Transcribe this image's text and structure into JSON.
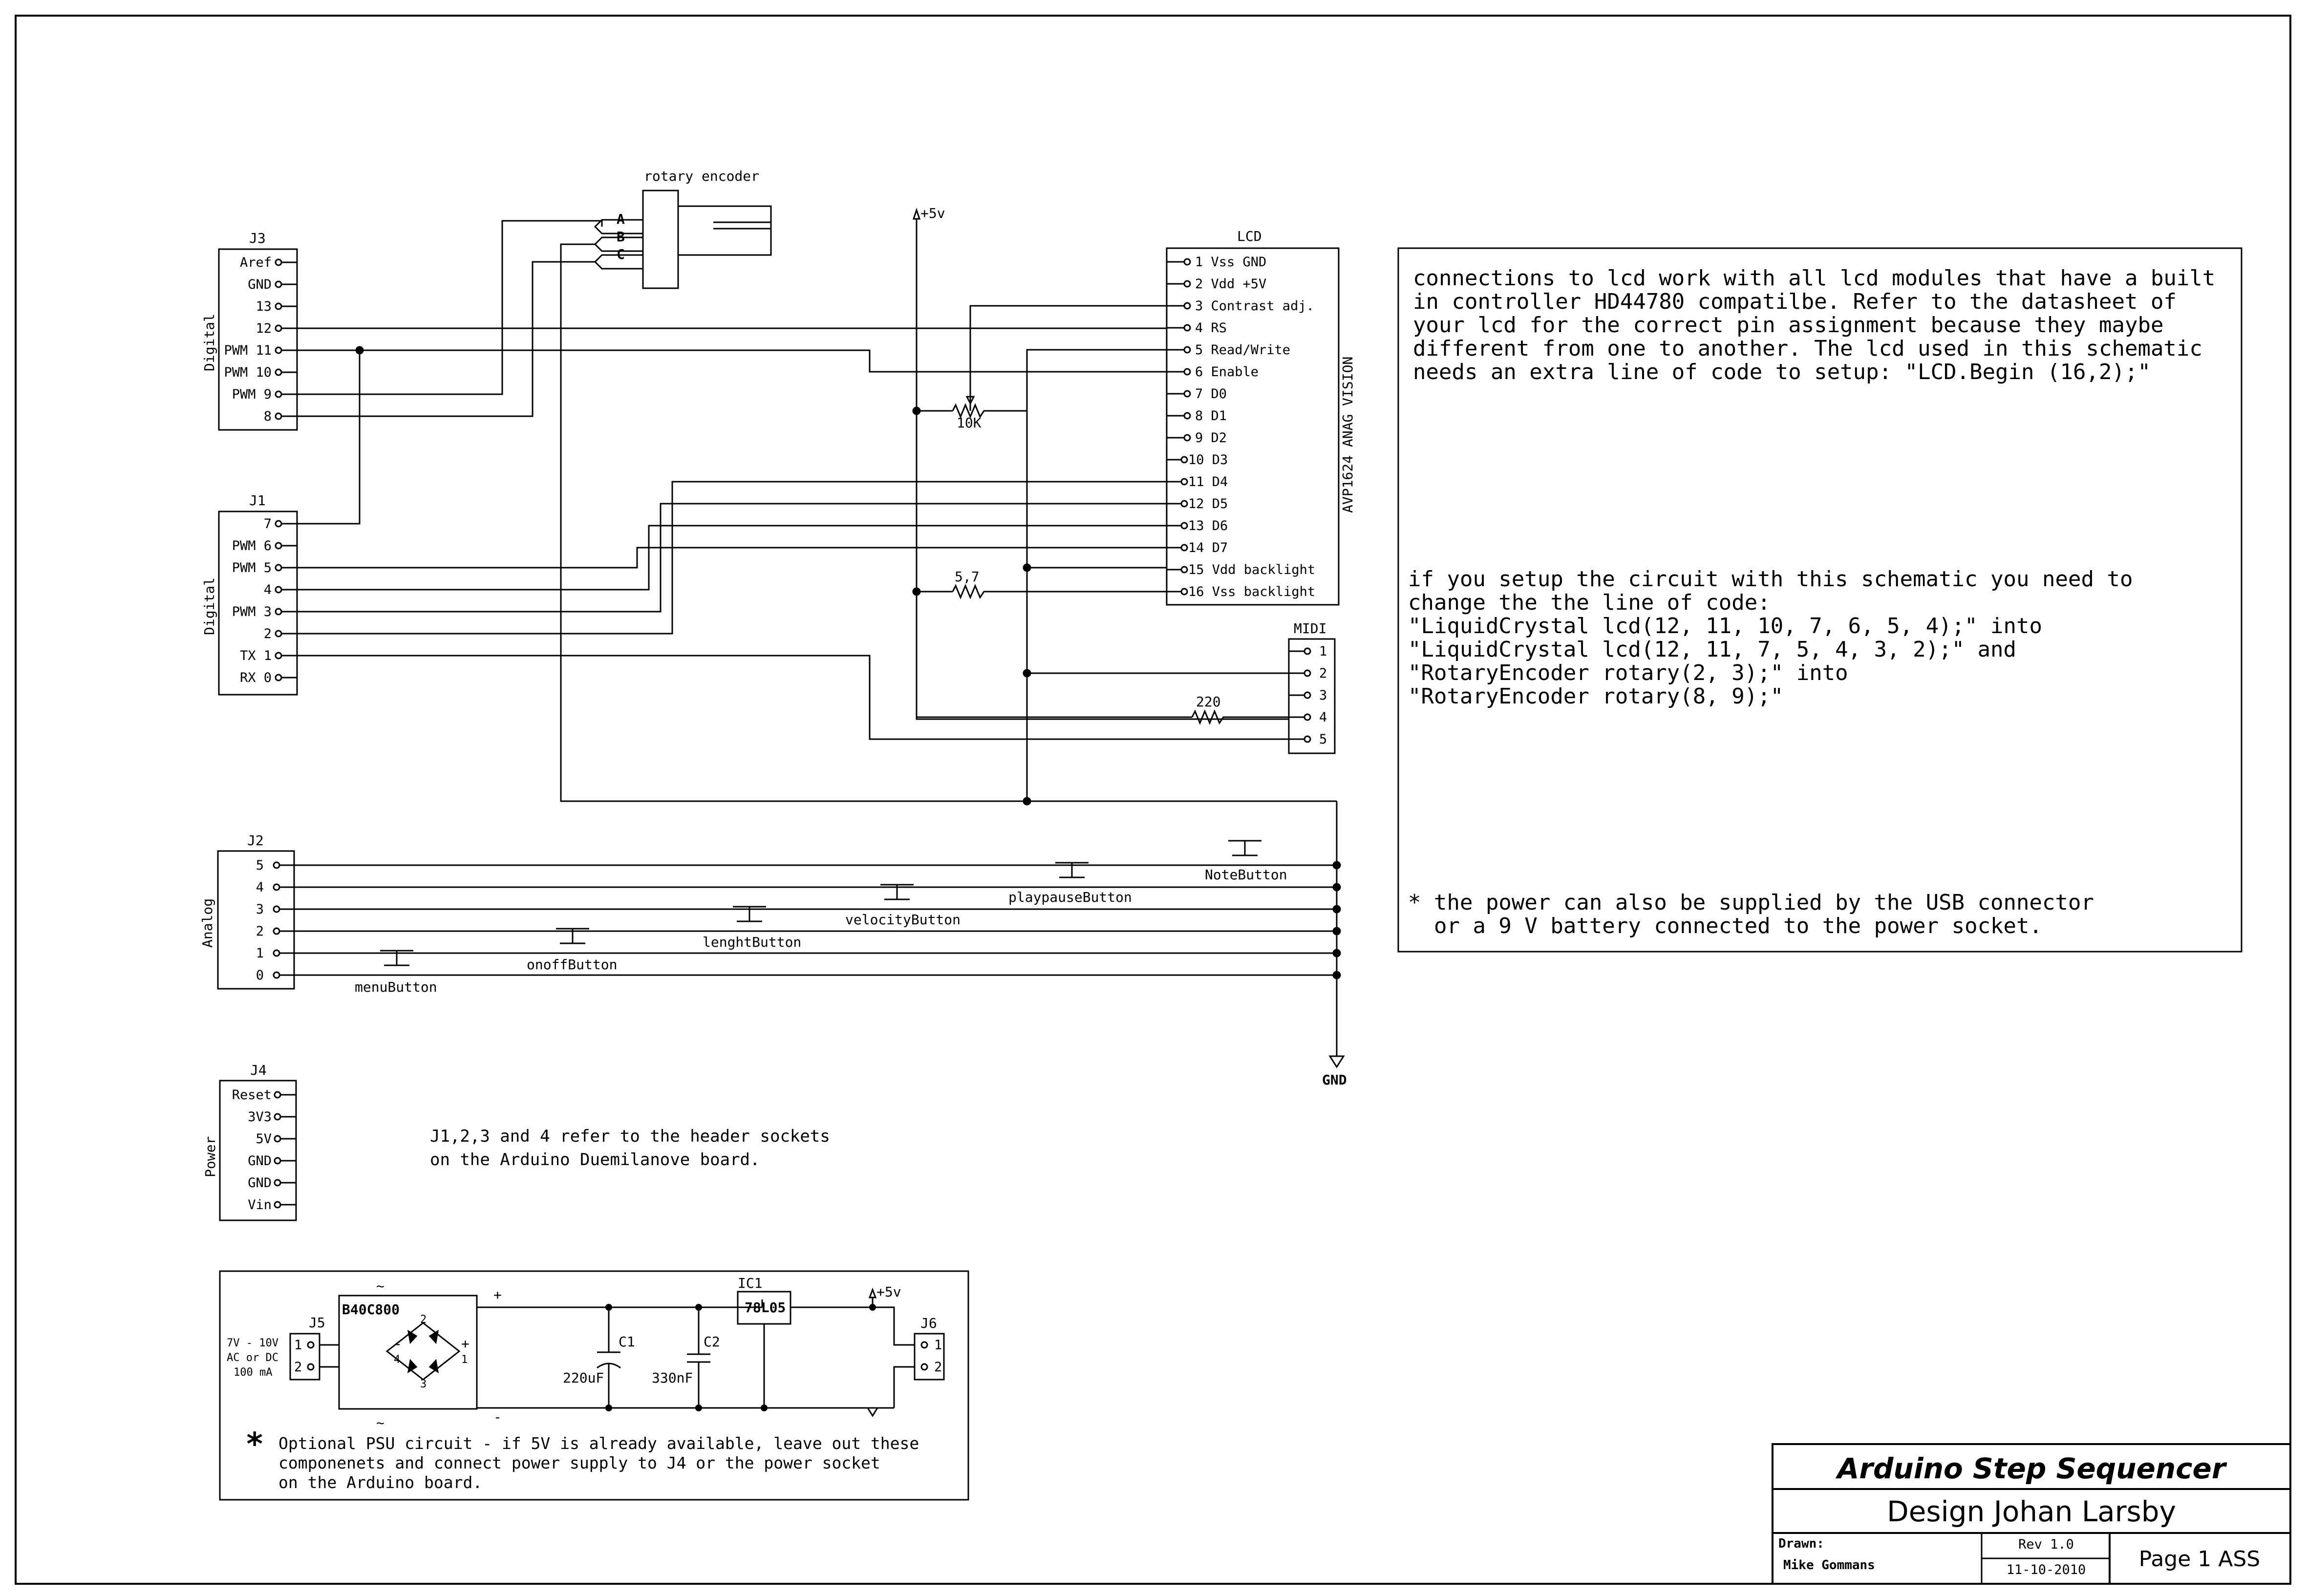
{
  "j3": {
    "ref": "J3",
    "side_label": "Digital",
    "pins": [
      "Aref",
      "GND",
      "13",
      "12",
      "PWM 11",
      "PWM 10",
      "PWM  9",
      "8"
    ]
  },
  "j1": {
    "ref": "J1",
    "side_label": "Digital",
    "pins": [
      "7",
      "PWM 6",
      "PWM 5",
      "4",
      "PWM 3",
      "2",
      "TX 1",
      "RX 0"
    ]
  },
  "j2": {
    "ref": "J2",
    "side_label": "Analog",
    "pins": [
      "5",
      "4",
      "3",
      "2",
      "1",
      "0"
    ]
  },
  "j4": {
    "ref": "J4",
    "side_label": "Power",
    "pins": [
      "Reset",
      "3V3",
      "5V",
      "GND",
      "GND",
      "Vin"
    ]
  },
  "encoder": {
    "title": "rotary encoder",
    "pins": [
      "A",
      "B",
      "C"
    ]
  },
  "lcd": {
    "title": "LCD",
    "part": "AVP1624 ANAG VISION",
    "pins": [
      "1 Vss  GND",
      "2 Vdd  +5V",
      "3 Contrast adj.",
      "4 RS",
      "5 Read/Write",
      "6 Enable",
      "7 D0",
      "8 D1",
      "9 D2",
      "10 D3",
      "11 D4",
      "12 D5",
      "13 D6",
      "14 D7",
      "15 Vdd backlight",
      "16 Vss backlight"
    ]
  },
  "midi": {
    "title": "MIDI",
    "pins": [
      "1",
      "2",
      "3",
      "4",
      "5"
    ]
  },
  "supply": {
    "plus5v": "+5v",
    "gnd": "GND"
  },
  "resistors": {
    "pot": "10K",
    "backlight": "5,7",
    "midi": "220"
  },
  "buttons": [
    "menuButton",
    "onoffButton",
    "lenghtButton",
    "velocityButton",
    "playpauseButton",
    "NoteButton"
  ],
  "notes": {
    "lcd_note": [
      "connections to lcd work with all lcd modules that have a built",
      "in controller HD44780 compatilbe. Refer to the datasheet of",
      "your lcd for the correct pin assignment because they maybe",
      "different from one to another. The lcd used in this schematic",
      "needs an extra line of code to setup: \"LCD.Begin (16,2);\""
    ],
    "code_note": [
      "if you setup the circuit with this schematic you need to",
      "change the the line of code:",
      "\"LiquidCrystal lcd(12, 11, 10, 7, 6, 5, 4);\" into",
      "\"LiquidCrystal lcd(12, 11, 7, 5, 4, 3, 2);\" and",
      "\"RotaryEncoder rotary(2, 3);\" into",
      "\"RotaryEncoder rotary(8, 9);\""
    ],
    "power_note": [
      "* the power can also be supplied by the USB connector",
      "  or a 9 V battery connected to the power socket."
    ],
    "header_note": [
      "J1,2,3 and 4 refer to the header sockets",
      "on the Arduino Duemilanove board."
    ]
  },
  "psu": {
    "j5": "J5",
    "j5_pins": [
      "1",
      "2"
    ],
    "input_desc": [
      "7V - 10V",
      "AC or DC",
      "100 mA"
    ],
    "bridge": "B40C800",
    "bridge_pins": [
      "1",
      "2",
      "3",
      "4"
    ],
    "tilde": "~",
    "plus": "+",
    "minus": "-",
    "c1": "C1",
    "c1_val": "220uF",
    "c2": "C2",
    "c2_val": "330nF",
    "ic1": "IC1",
    "ic1_val": "78L05",
    "plus5v": "+5v",
    "j6": "J6",
    "j6_pins": [
      "1",
      "2"
    ],
    "star": "*",
    "note": [
      "Optional PSU circuit - if 5V is already available, leave out these",
      "componenets and connect power supply to J4 or the power socket",
      "on the Arduino board."
    ]
  },
  "title_block": {
    "title": "Arduino Step Sequencer",
    "design": "Design Johan Larsby",
    "drawn_label": "Drawn:",
    "drawn_by": "Mike Gommans",
    "rev": "Rev 1.0",
    "date": "11-10-2010",
    "page": "Page 1 ASS"
  }
}
